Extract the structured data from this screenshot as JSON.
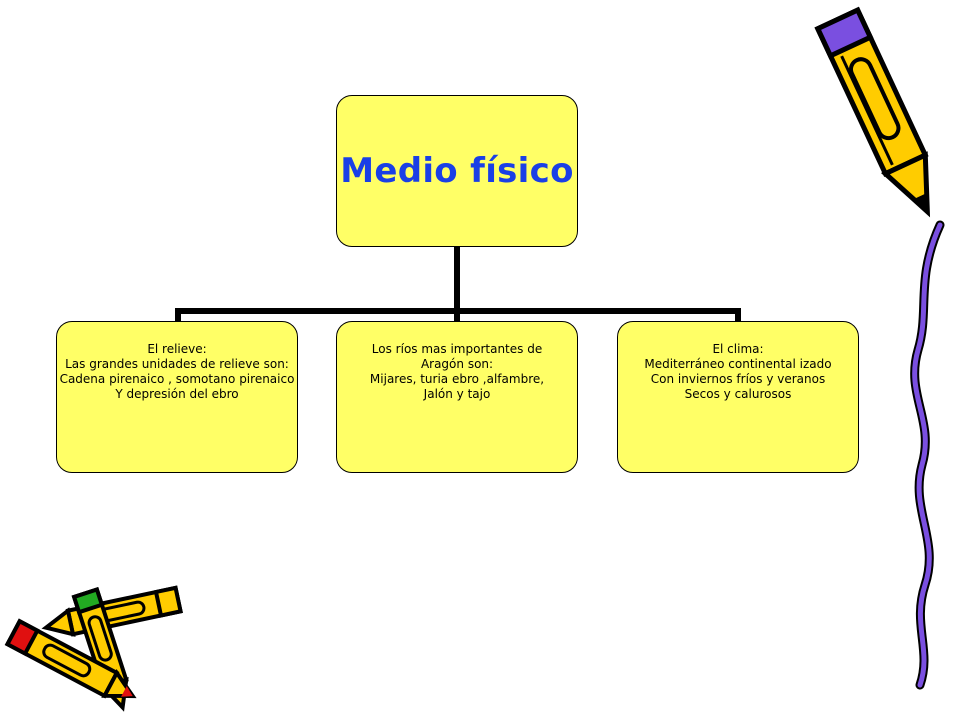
{
  "diagram": {
    "root": {
      "title": "Medio físico"
    },
    "children": [
      {
        "lines": [
          "El relieve:",
          "Las grandes unidades de relieve son:",
          "Cadena pirenaico , somotano pirenaico",
          "Y depresión del ebro"
        ]
      },
      {
        "lines": [
          "Los ríos mas importantes de",
          "Aragón son:",
          "Mijares, turia ebro ,alfambre,",
          "Jalón y tajo"
        ]
      },
      {
        "lines": [
          "El clima:",
          "Mediterráneo continental izado",
          "Con inviernos fríos y veranos",
          "Secos y calurosos"
        ]
      }
    ]
  },
  "decorations": {
    "icons": [
      "pencil-top-right-icon",
      "wavy-line-right-icon",
      "crossed-pencils-bottom-left-icon"
    ],
    "colors": {
      "box_fill": "#ffff66",
      "title": "#1a3fe6",
      "pencil_yellow": "#ffcc00",
      "pencil_purple": "#7a4fe0",
      "pencil_red": "#e01010",
      "pencil_green": "#22aa22"
    }
  }
}
